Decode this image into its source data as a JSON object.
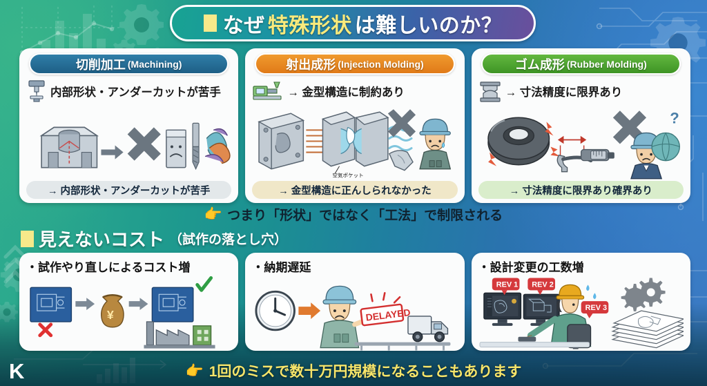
{
  "title": {
    "prefix_marker": "square-marker",
    "part1": "なぜ",
    "highlight": "特殊形状",
    "part2": "は難しいのか？",
    "full": "なぜ特殊形状は難しいのか？"
  },
  "panels": [
    {
      "id": "machining",
      "header_jp": "切削加工",
      "header_en": "(Machining)",
      "header_color": "#1e5f86",
      "icon": "milling-machine-icon",
      "subtitle": "内部形状・アンダーカットが苦手",
      "caption": "→ 内部形状・アンダーカットが苦手",
      "caption_bg": "#e3e8ea",
      "art_items": [
        "machined-part-illustration",
        "cross-mark",
        "sad-block-part",
        "twisted-complex-shape",
        "end-mill-tool"
      ]
    },
    {
      "id": "injection-molding",
      "header_jp": "射出成形",
      "header_en": "(Injection Molding)",
      "header_color": "#e07a18",
      "icon": "injection-molding-machine-icon",
      "subtitle": "→ 金型構造に制約あり",
      "caption": "→ 金型構造に正んしられなかった",
      "caption_bg": "#f0e7c8",
      "art_label": "空気ポケット",
      "art_items": [
        "mold-halves-illustration",
        "air-pocket-label",
        "warped-part",
        "cross-mark",
        "worried-worker"
      ]
    },
    {
      "id": "rubber-molding",
      "header_jp": "ゴム成形",
      "header_en": "(Rubber Molding)",
      "header_color": "#3e9425",
      "icon": "rubber-mold-icon",
      "subtitle": "→ 寸法精度に限界あり",
      "caption": "→ 寸法精度に限界あり確界あり",
      "caption_bg": "#d9edcb",
      "art_items": [
        "rubber-seal-part",
        "micrometer-measuring-tool",
        "cross-mark",
        "question-worker"
      ]
    }
  ],
  "conclusion": {
    "icon": "pointing-hand-right-icon",
    "text": "つまり「形状」ではなく「工法」で制限される"
  },
  "section": {
    "marker": "square-marker",
    "title_main": "見えないコスト",
    "title_sub": "（試作の落とし穴）"
  },
  "cards": [
    {
      "id": "cost-increase",
      "title": "・試作やり直しによるコスト増",
      "art_items": [
        "blueprint-with-red-x",
        "arrow-right",
        "money-bag-yen",
        "arrow-right",
        "blueprint-with-green-check",
        "factory-icon"
      ]
    },
    {
      "id": "delivery-delay",
      "title": "・納期遅延",
      "badge": "DELAYED",
      "art_items": [
        "wall-clock",
        "arrow-right",
        "frustrated-worker",
        "delayed-stamp",
        "delivery-truck"
      ]
    },
    {
      "id": "design-change",
      "title": "・設計変更の工数増",
      "revisions": [
        "REV 1",
        "REV 2",
        "REV 3"
      ],
      "art_items": [
        "gears-icon",
        "dual-monitor-cad-workstation",
        "engineer-at-desk",
        "stack-of-drawings"
      ]
    }
  ],
  "banner": {
    "icon": "pointing-hand-right-icon",
    "text": "1回のミスで数十万円規模になることもあります",
    "text_color": "#f7e56a"
  },
  "logo": {
    "text": "K"
  },
  "theme": {
    "bg_left": "#2fae8e",
    "bg_right": "#3d77c0",
    "accent_yellow": "#f7e98a",
    "card_bg": "#fbfcfc"
  }
}
